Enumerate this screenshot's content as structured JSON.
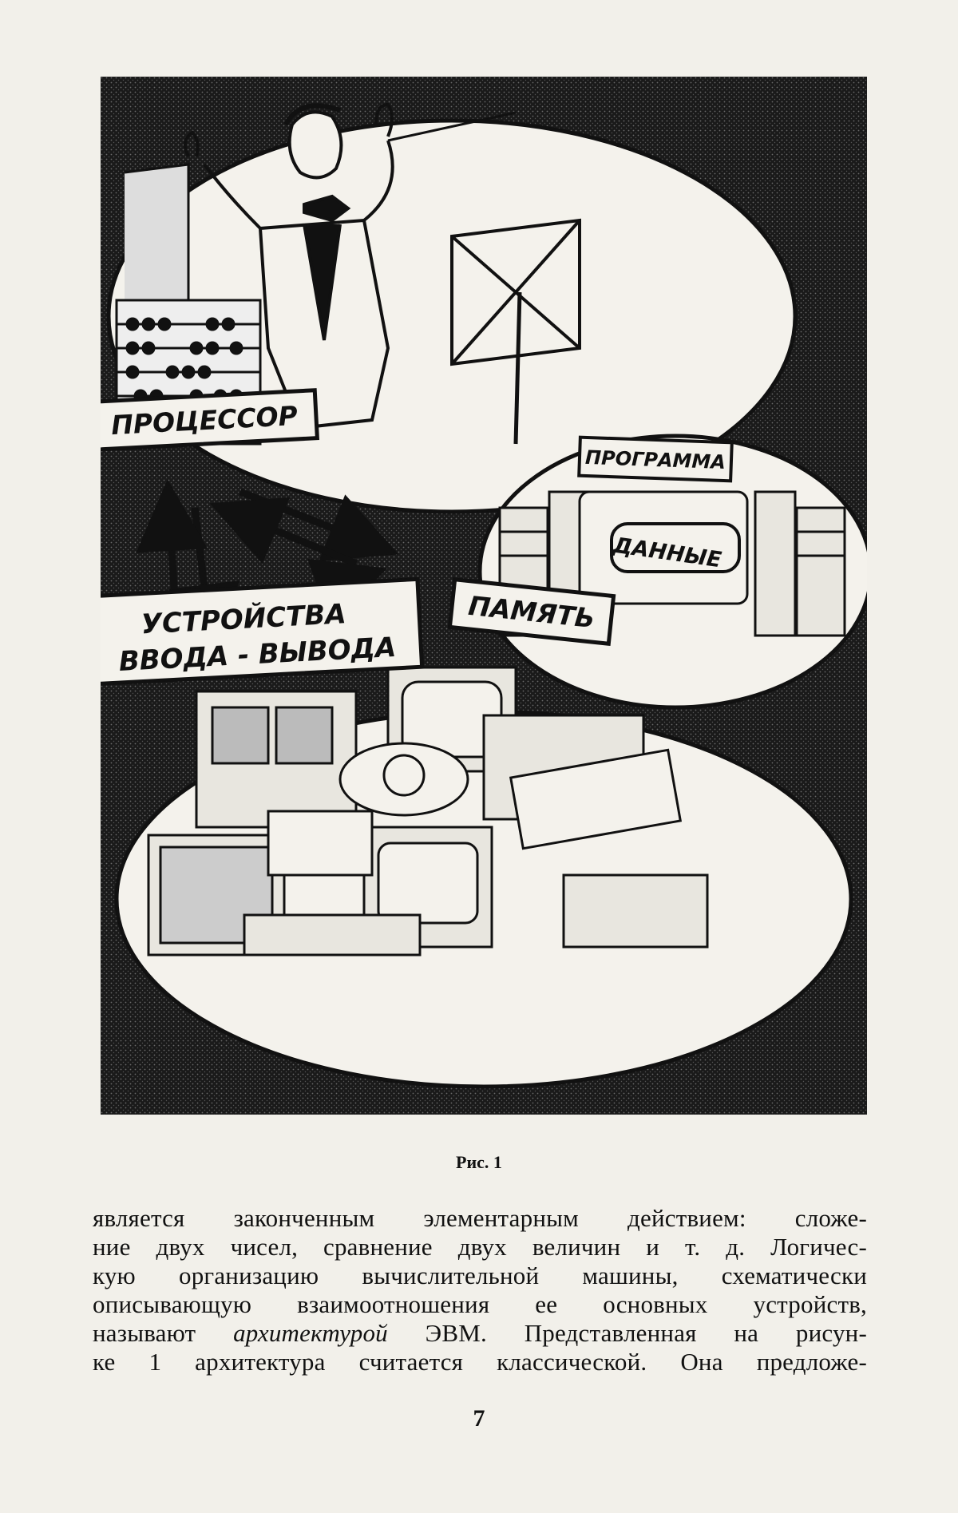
{
  "figure": {
    "labels": {
      "processor": "ПРОЦЕССОР",
      "program": "ПРОГРАММА",
      "data": "ДАННЫЕ",
      "memory": "ПАМЯТЬ",
      "io_line1": "УСТРОЙСТВА",
      "io_line2": "ВВОДА - ВЫВОДА"
    },
    "caption": "Рис. 1"
  },
  "text": {
    "line1": "является законченным элементарным действием: сложе-",
    "line2": "ние двух чисел, сравнение двух величин и т. д. Логичес-",
    "line3": "кую организацию вычислительной машины, схематически",
    "line4": "описывающую взаимоотношения ее основных устройств,",
    "line5_a": "называют ",
    "line5_em": "архитектурой",
    "line5_b": " ЭВМ. Представленная на рисун-",
    "line6": "ке 1 архитектура считается классической. Она предложе-"
  },
  "page_number": "7"
}
